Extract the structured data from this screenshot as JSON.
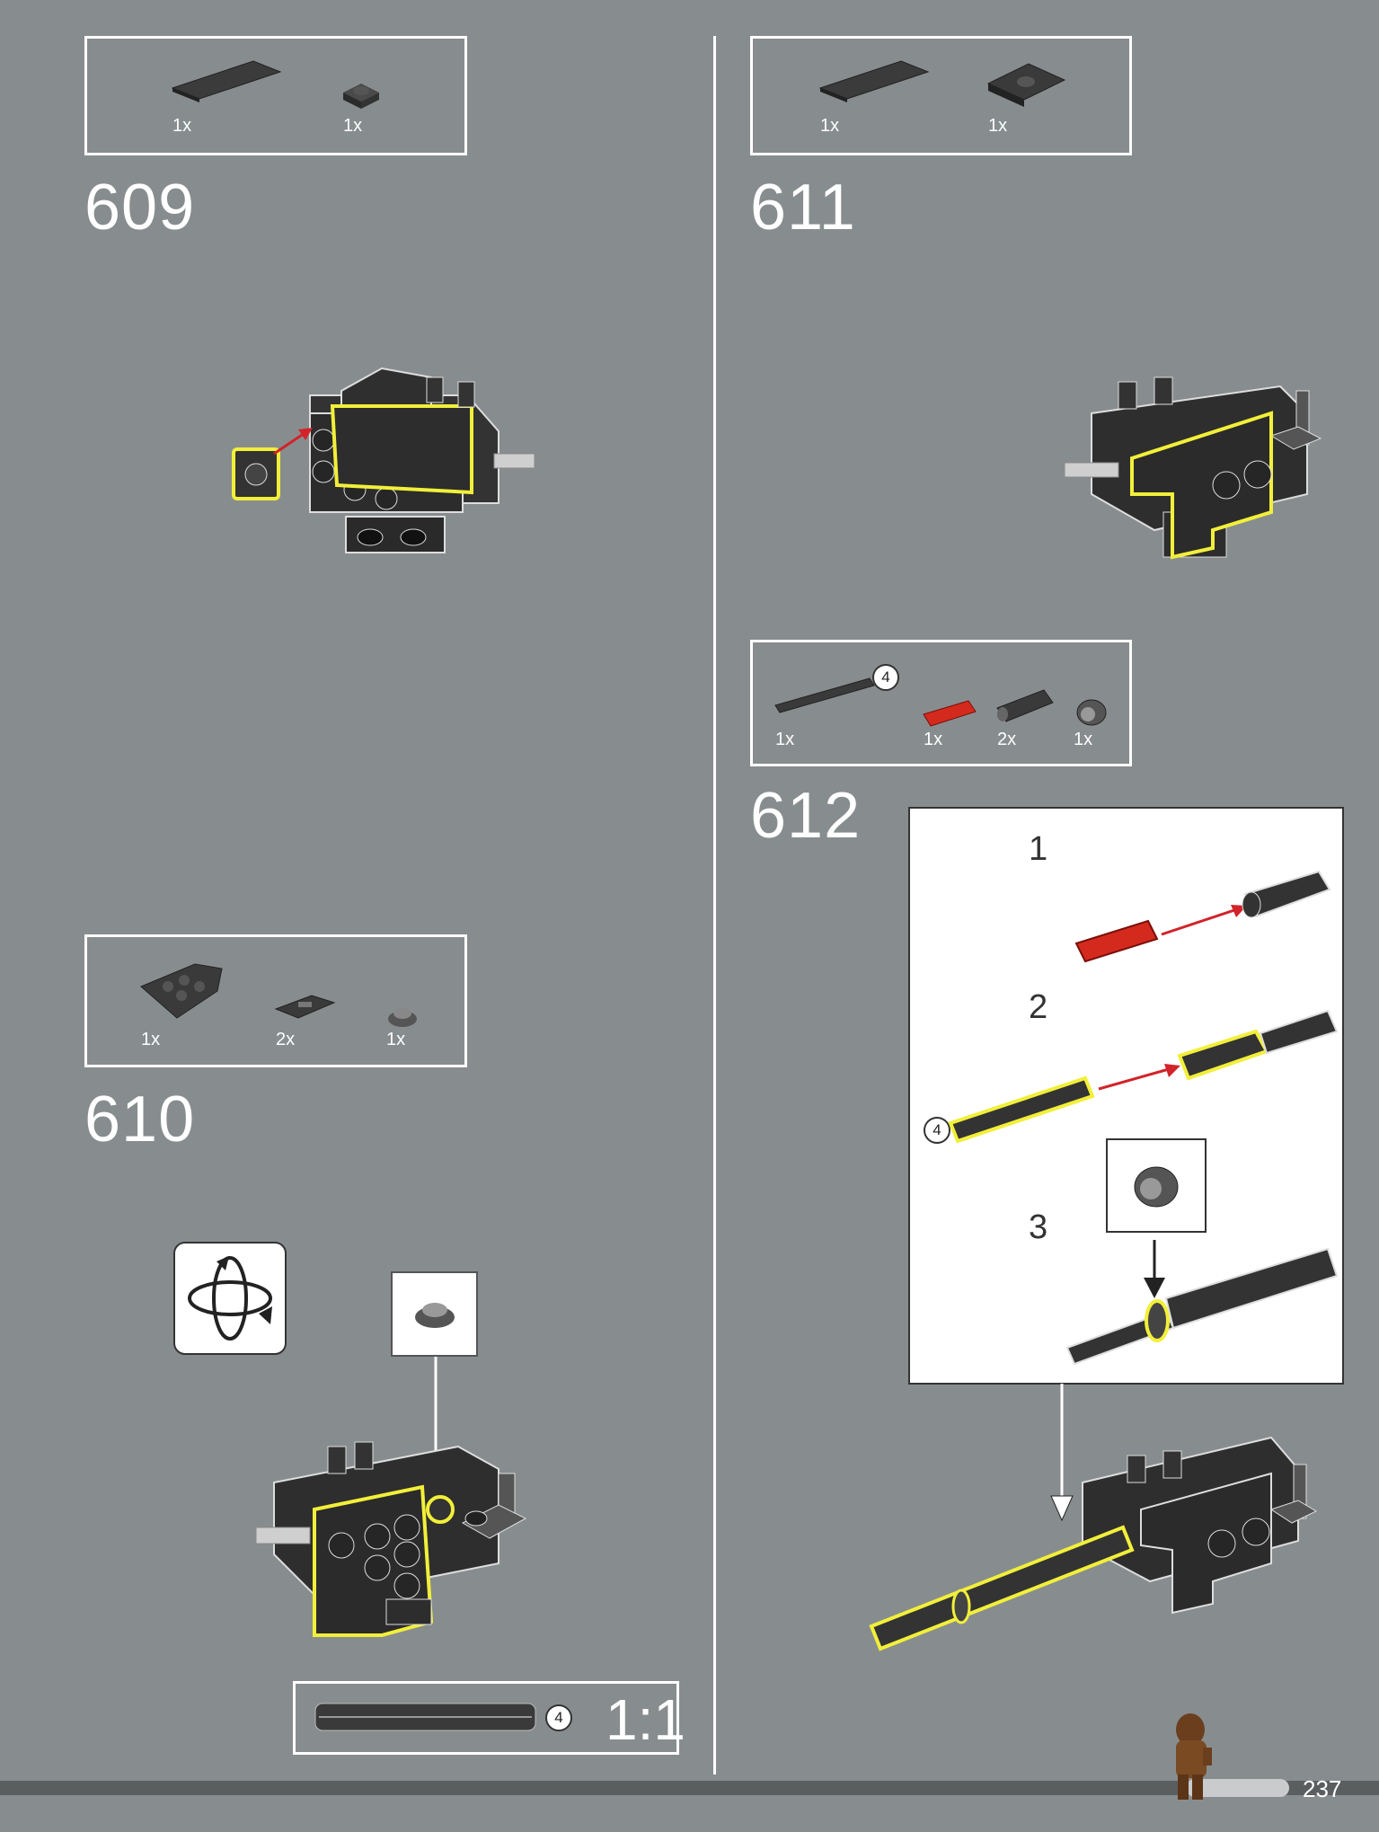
{
  "page": {
    "number": "237"
  },
  "steps": [
    {
      "number": "609",
      "parts": [
        {
          "qty": "1x",
          "icon": "tile-1x4-dark"
        },
        {
          "qty": "1x",
          "icon": "plate-1x1-dark"
        }
      ]
    },
    {
      "number": "610",
      "parts": [
        {
          "qty": "1x",
          "icon": "wedge-plate-dark"
        },
        {
          "qty": "2x",
          "icon": "tile-grille-dark"
        },
        {
          "qty": "1x",
          "icon": "round-plate-1x1"
        }
      ]
    },
    {
      "number": "611",
      "parts": [
        {
          "qty": "1x",
          "icon": "tile-1x4-dark"
        },
        {
          "qty": "1x",
          "icon": "plate-2x2-jumper-dark"
        }
      ]
    },
    {
      "number": "612",
      "parts": [
        {
          "qty": "1x",
          "icon": "axle-4"
        },
        {
          "qty": "1x",
          "icon": "axle-connector-red"
        },
        {
          "qty": "2x",
          "icon": "axle-connector-dark"
        },
        {
          "qty": "1x",
          "icon": "bush"
        }
      ],
      "axle_length_label": "4",
      "substeps": [
        "1",
        "2",
        "3"
      ]
    }
  ],
  "scale_ruler": {
    "length_label": "4",
    "ratio": "1:1"
  },
  "colors": {
    "background": "#878d8e",
    "highlight": "#f2ef3a",
    "arrow_red": "#d2232a",
    "brick_dark": "#3a3a3a"
  }
}
